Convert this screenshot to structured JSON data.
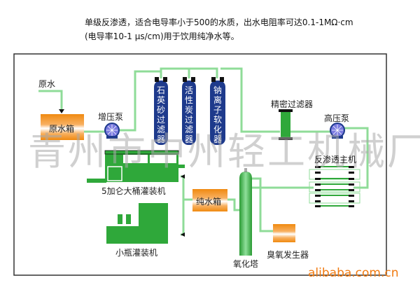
{
  "header": {
    "line1": "单级反渗透，适合电导率小于500的水质，出水电阻率可达0.1-1MΩ·cm",
    "line2": "(电导率10-1 μs/cm)用于饮用纯净水等。"
  },
  "labels": {
    "raw_water": "原水",
    "raw_tank": "原水箱",
    "booster_pump": "增压泵",
    "filter1": "石英砂过滤器",
    "filter2": "活性炭过滤器",
    "filter3": "钠离子软化器",
    "precision_filter": "精密过滤器",
    "high_pressure_pump": "高压泵",
    "ro_unit": "反渗透主机",
    "big_bucket_filler": "5加仑大桶灌装机",
    "pure_water_tank": "纯水箱",
    "small_bottle_filler": "小瓶灌装机",
    "oxidation_tower": "氧化塔",
    "ozone_generator": "臭氧发生器"
  },
  "watermark": "青州市中州轻工机械厂",
  "footer": {
    "site": "alibaba.com.cn"
  },
  "colors": {
    "pipe": "#8fdc98",
    "green": "#2fa83a",
    "orange": "#f39020",
    "blue": "#1e3a8c"
  }
}
